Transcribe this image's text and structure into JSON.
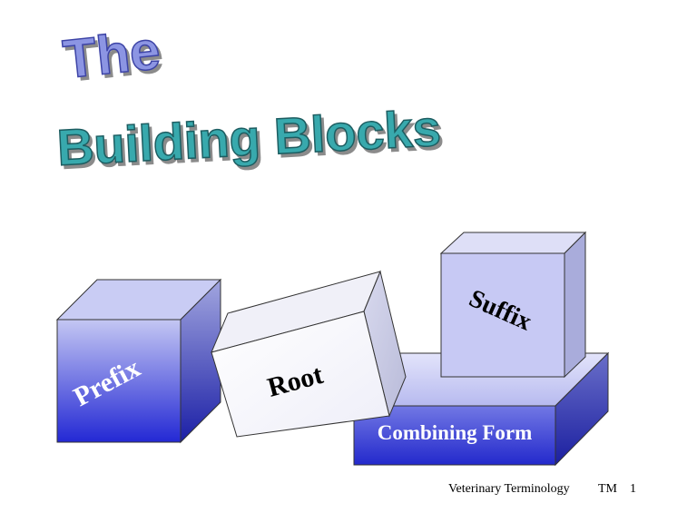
{
  "title": {
    "line1": "The",
    "line2": "Building Blocks"
  },
  "blocks": {
    "prefix": "Prefix",
    "root": "Root",
    "suffix": "Suffix",
    "combining_form": "Combining Form"
  },
  "footer": {
    "course": "Veterinary Terminology",
    "mark": "TM",
    "page": "1"
  },
  "colors": {
    "title_line1": "#7b86d6",
    "title_line2": "#2e9fa3",
    "block_blue_dark": "#2a2fd0",
    "block_blue_light": "#c9ccf7",
    "block_pale": "#f4f4fb"
  }
}
